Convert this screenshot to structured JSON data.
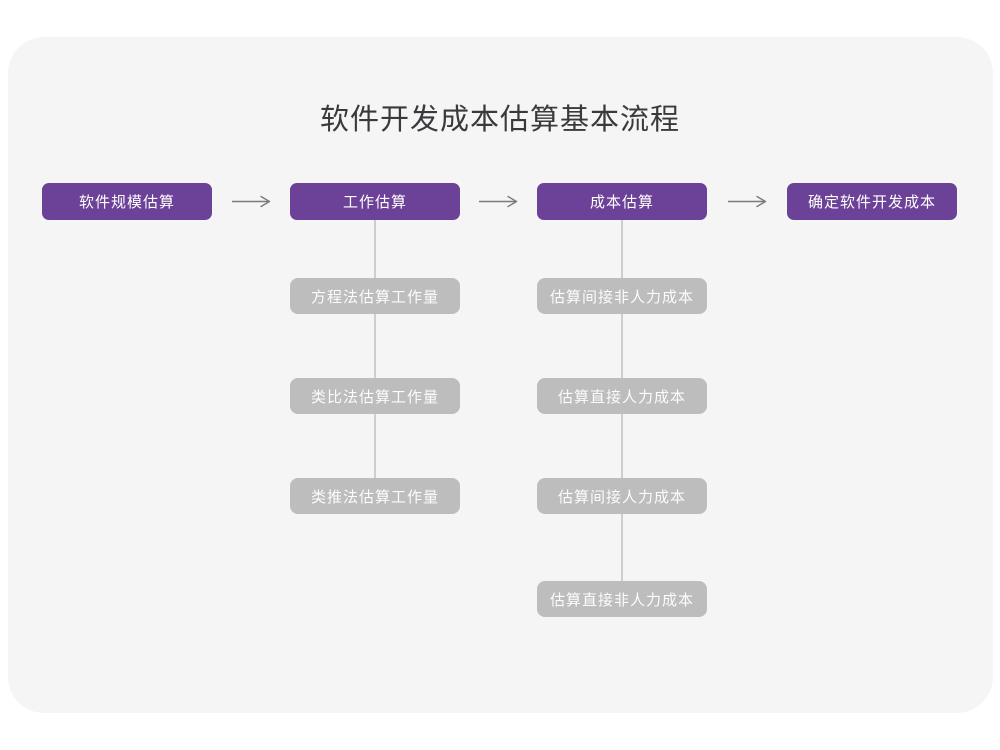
{
  "title": "软件开发成本估算基本流程",
  "colors": {
    "stage_purple": "#6c4198",
    "substep_gray": "#bdbdbd",
    "card_background": "#f5f5f6",
    "connector_gray": "#cdcdcd",
    "arrow_gray": "#7a7a7a",
    "title_text": "#3a3a3c"
  },
  "flow": {
    "stages": [
      {
        "label": "软件规模估算"
      },
      {
        "label": "工作估算",
        "substeps": [
          "方程法估算工作量",
          "类比法估算工作量",
          "类推法估算工作量"
        ]
      },
      {
        "label": "成本估算",
        "substeps": [
          "估算间接非人力成本",
          "估算直接人力成本",
          "估算间接人力成本",
          "估算直接非人力成本"
        ]
      },
      {
        "label": "确定软件开发成本"
      }
    ]
  }
}
